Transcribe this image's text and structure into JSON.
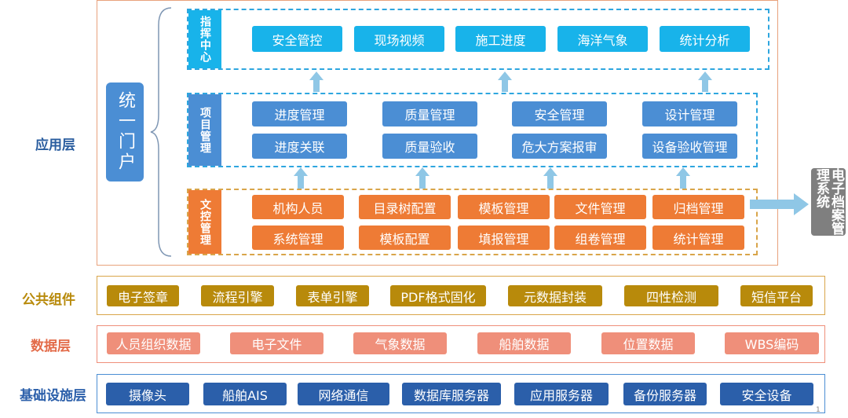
{
  "layers": {
    "application": "应用层",
    "common": "公共组件",
    "data": "数据层",
    "infra": "基础设施层"
  },
  "portal": "统一门户",
  "archive": "电子档案管理系统",
  "command": {
    "title": "指挥中心",
    "items": [
      "安全管控",
      "现场视频",
      "施工进度",
      "海洋气象",
      "统计分析"
    ]
  },
  "project": {
    "title": "项目管理",
    "row1": [
      "进度管理",
      "质量管理",
      "安全管理",
      "设计管理"
    ],
    "row2": [
      "进度关联",
      "质量验收",
      "危大方案报审",
      "设备验收管理"
    ]
  },
  "doccontrol": {
    "title": "文控管理",
    "row1": [
      "机构人员",
      "目录树配置",
      "模板管理",
      "文件管理",
      "归档管理"
    ],
    "row2": [
      "系统管理",
      "模板配置",
      "填报管理",
      "组卷管理",
      "统计管理"
    ]
  },
  "common_items": [
    "电子签章",
    "流程引擎",
    "表单引擎",
    "PDF格式固化",
    "元数据封装",
    "四性检测",
    "短信平台"
  ],
  "data_items": [
    "人员组织数据",
    "电子文件",
    "气象数据",
    "船舶数据",
    "位置数据",
    "WBS编码"
  ],
  "infra_items": [
    "摄像头",
    "船舶AIS",
    "网络通信",
    "数据库服务器",
    "应用服务器",
    "备份服务器",
    "安全设备"
  ],
  "page_number": "1",
  "colors": {
    "application": "#2a5d9f",
    "common": "#b88a0b",
    "data": "#e36c4a",
    "infra": "#2b5faa",
    "command": "#18b3ea",
    "project": "#4b8ed4",
    "doccontrol": "#ee7b35",
    "archive": "#7f7f7f",
    "arrow": "#8fc7e6"
  }
}
